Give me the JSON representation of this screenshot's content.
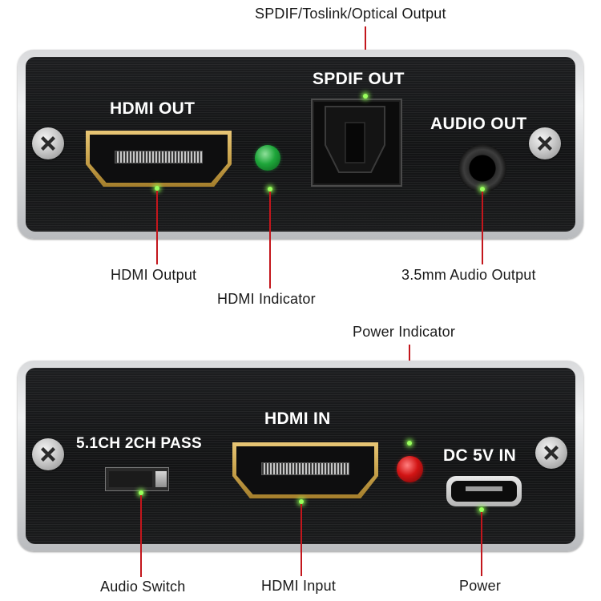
{
  "top_device": {
    "silk_hdmi_out": "HDMI OUT",
    "silk_spdif_out": "SPDIF OUT",
    "silk_audio_out": "AUDIO OUT"
  },
  "top_callouts": {
    "spdif": "SPDIF/Toslink/Optical Output",
    "hdmi_output": "HDMI Output",
    "hdmi_indicator": "HDMI Indicator",
    "audio_output": "3.5mm Audio  Output"
  },
  "bottom_device": {
    "silk_switch": "5.1CH 2CH PASS",
    "silk_hdmi_in": "HDMI IN",
    "silk_dc_in": "DC 5V IN"
  },
  "bottom_callouts": {
    "power_indicator": "Power Indicator",
    "audio_switch": "Audio Switch",
    "hdmi_input": "HDMI Input",
    "power": "Power"
  },
  "colors": {
    "callout_line": "#c3161c",
    "led_green": "#1ea63a",
    "led_red": "#d21414",
    "device_face": "#151617",
    "hdmi_gold": "#c9a34c",
    "pointer_glow": "#9aff5e"
  },
  "icons": {
    "screw": "phillips-screw-icon"
  }
}
